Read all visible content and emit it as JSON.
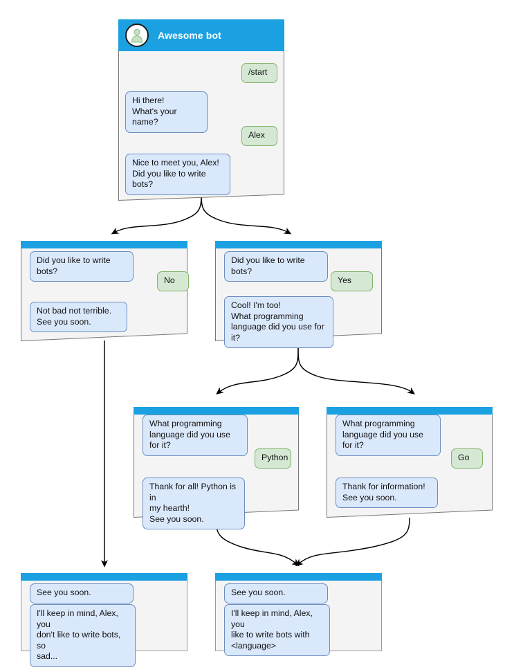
{
  "diagram": {
    "title": "Awesome bot conversation flow",
    "colors": {
      "header_blue": "#1ba1e2",
      "card_background": "#f4f4f4",
      "card_border": "#999999",
      "bot_bubble_fill": "#dae8fc",
      "bot_bubble_border": "#6c8ebf",
      "user_bubble_fill": "#d5e8d4",
      "user_bubble_border": "#82b366",
      "connector": "#000000",
      "canvas": "#ffffff"
    }
  },
  "cards": [
    {
      "id": "start",
      "header_type": "titled",
      "bot_name": "Awesome bot",
      "avatar_icon": "person-avatar-icon",
      "messages": [
        {
          "role": "user",
          "text": "/start"
        },
        {
          "role": "bot",
          "text": "Hi there!\nWhat's your name?"
        },
        {
          "role": "user",
          "text": "Alex"
        },
        {
          "role": "bot",
          "text": "Nice to meet you, Alex!\nDid you like to write bots?"
        }
      ]
    },
    {
      "id": "answer-no",
      "header_type": "bar",
      "messages": [
        {
          "role": "bot",
          "text": "Did you like to write bots?"
        },
        {
          "role": "user",
          "text": "No"
        },
        {
          "role": "bot",
          "text": "Not bad not terrible.\nSee you soon."
        }
      ]
    },
    {
      "id": "answer-yes",
      "header_type": "bar",
      "messages": [
        {
          "role": "bot",
          "text": "Did you like to write bots?"
        },
        {
          "role": "user",
          "text": "Yes"
        },
        {
          "role": "bot",
          "text": "Cool! I'm too!\nWhat programming\nlanguage did you use for it?"
        }
      ]
    },
    {
      "id": "answer-python",
      "header_type": "bar",
      "messages": [
        {
          "role": "bot",
          "text": "What programming\nlanguage did you use for it?"
        },
        {
          "role": "user",
          "text": "Python"
        },
        {
          "role": "bot",
          "text": "Thank for all! Python is in\nmy hearth!\nSee you soon."
        }
      ]
    },
    {
      "id": "answer-go",
      "header_type": "bar",
      "messages": [
        {
          "role": "bot",
          "text": "What programming\nlanguage did you use for it?"
        },
        {
          "role": "user",
          "text": "Go"
        },
        {
          "role": "bot",
          "text": "Thank for information!\nSee you soon."
        }
      ]
    },
    {
      "id": "end-no",
      "header_type": "bar",
      "messages": [
        {
          "role": "bot",
          "text": "See you soon."
        },
        {
          "role": "bot",
          "text": "I'll keep in mind, Alex, you\ndon't like to write bots, so\nsad..."
        }
      ]
    },
    {
      "id": "end-yes",
      "header_type": "bar",
      "messages": [
        {
          "role": "bot",
          "text": "See you soon."
        },
        {
          "role": "bot",
          "text": "I'll keep in mind, Alex, you\nlike to write bots with\n<language>"
        }
      ]
    }
  ],
  "text": {
    "start_bot_name": "Awesome bot",
    "m_start": "/start",
    "m_hi": "Hi there!\nWhat's your name?",
    "m_alex": "Alex",
    "m_nice": "Nice to meet you, Alex!\nDid you like to write bots?",
    "m_didyou_1": "Did you like to write bots?",
    "m_no": "No",
    "m_notbad": "Not bad not terrible.\nSee you soon.",
    "m_didyou_2": "Did you like to write bots?",
    "m_yes": "Yes",
    "m_cool": "Cool! I'm too!\nWhat programming\nlanguage did you use for it?",
    "m_whatlang_1": "What programming\nlanguage did you use for it?",
    "m_python": "Python",
    "m_thankall": "Thank for all! Python is in\nmy hearth!\nSee you soon.",
    "m_whatlang_2": "What programming\nlanguage did you use for it?",
    "m_go": "Go",
    "m_thankinfo": "Thank for information!\nSee you soon.",
    "m_seeyou_1": "See you soon.",
    "m_keepmind_no": "I'll keep in mind, Alex, you\ndon't like to write bots, so\nsad...",
    "m_seeyou_2": "See you soon.",
    "m_keepmind_yes": "I'll keep in mind, Alex, you\nlike to write bots with\n<language>"
  }
}
